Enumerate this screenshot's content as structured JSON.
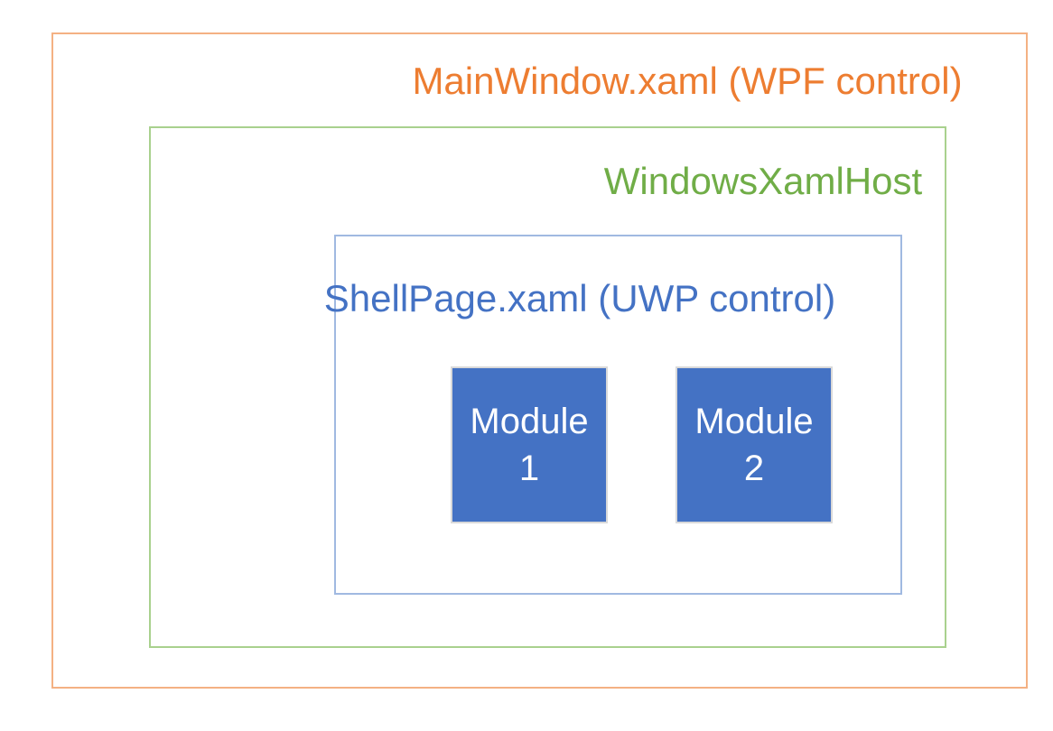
{
  "diagram": {
    "description": "Nested architecture diagram showing a UWP page hosted inside a WPF window via WindowsXamlHost",
    "main_window": {
      "label": "MainWindow.xaml (WPF control)",
      "label_color": "#ED7D31",
      "border_color": "#F4B183"
    },
    "xaml_host": {
      "label": "WindowsXamlHost",
      "label_color": "#70AD47",
      "border_color": "#A9D18E"
    },
    "shell_page": {
      "label": "ShellPage.xaml (UWP control)",
      "label_color": "#4472C4",
      "border_color": "#A0B9E1"
    },
    "modules": [
      {
        "label": "Module 1",
        "fill_color": "#4472C4",
        "text_color": "#FFFFFF",
        "border_color": "#D9D9D9"
      },
      {
        "label": "Module 2",
        "fill_color": "#4472C4",
        "text_color": "#FFFFFF",
        "border_color": "#D9D9D9"
      }
    ],
    "background_color": "#FFFFFF"
  }
}
